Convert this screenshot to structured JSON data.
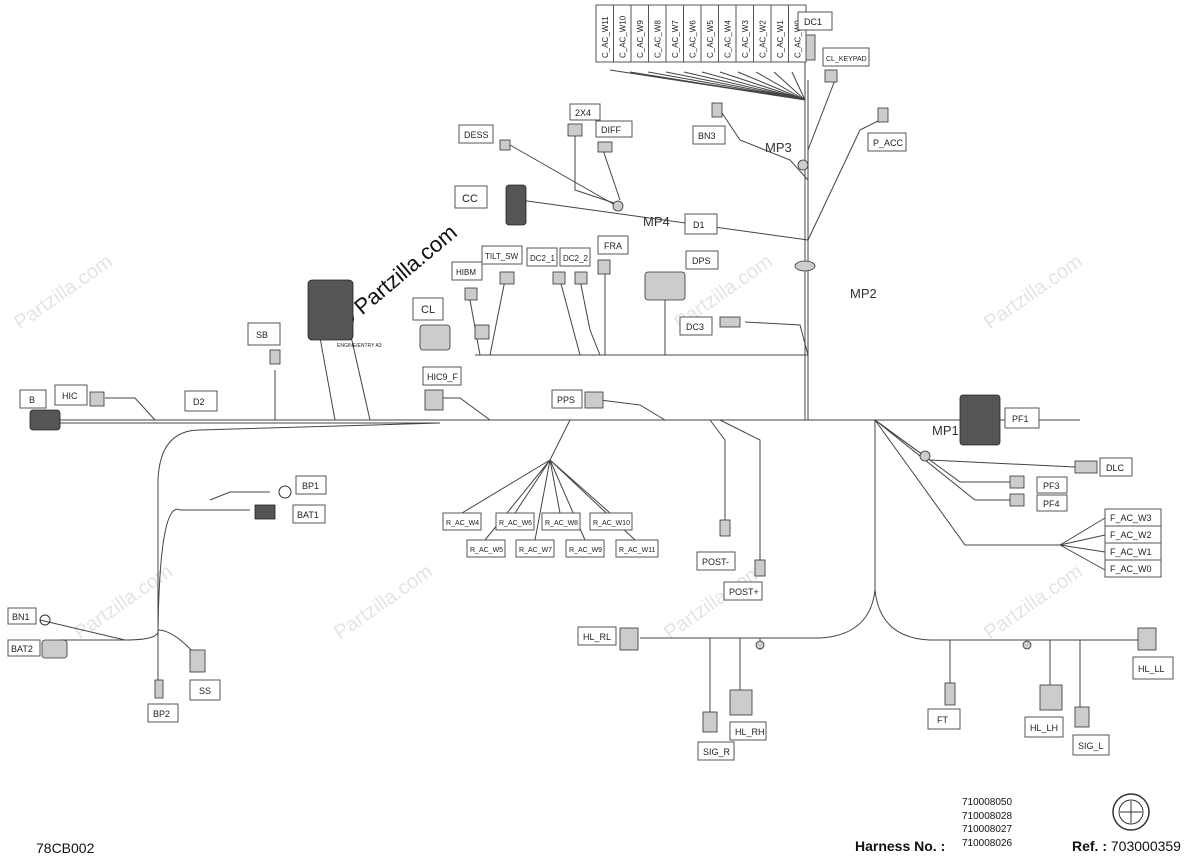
{
  "drawing_code": "78CB002",
  "harness_label": "Harness No. :",
  "harness_numbers": [
    "710008050",
    "710008028",
    "710008027",
    "710008026"
  ],
  "ref_label": "Ref. :",
  "ref_number": "703000359",
  "watermark": "Partzilla.com",
  "mount_points": [
    "MP1",
    "MP2",
    "MP3",
    "MP4"
  ],
  "connectors": {
    "c_ac": [
      "C_AC_W11",
      "C_AC_W10",
      "C_AC_W9",
      "C_AC_W8",
      "C_AC_W7",
      "C_AC_W6",
      "C_AC_W5",
      "C_AC_W4",
      "C_AC_W3",
      "C_AC_W2",
      "C_AC_W1",
      "C_AC_W0"
    ],
    "top": [
      "DC1",
      "CL_KEYPAD",
      "BN3",
      "P_ACC",
      "2X4",
      "DIFF",
      "DESS",
      "CC",
      "D1",
      "HIBM",
      "TILT_SW",
      "DC2_1",
      "DC2_2",
      "FRA",
      "DPS",
      "CL",
      "DC3",
      "SB",
      "HIC9_F",
      "PPS",
      "B",
      "HIC",
      "D2",
      "PF1",
      "DLC",
      "PF3",
      "PF4"
    ],
    "f_ac": [
      "F_AC_W3",
      "F_AC_W2",
      "F_AC_W1",
      "F_AC_W0"
    ],
    "r_ac": [
      "R_AC_W4",
      "R_AC_W6",
      "R_AC_W8",
      "R_AC_W10",
      "R_AC_W5",
      "R_AC_W7",
      "R_AC_W9",
      "R_AC_W11"
    ],
    "lower": [
      "BP1",
      "BAT1",
      "BN1",
      "BAT2",
      "SS",
      "BP2",
      "POST-",
      "POST+",
      "HL_RL",
      "HL_RH",
      "SIG_R",
      "FT",
      "HL_LH",
      "SIG_L",
      "HL_LL"
    ]
  },
  "ecm_text": "ENGINE/ENTRY A3"
}
